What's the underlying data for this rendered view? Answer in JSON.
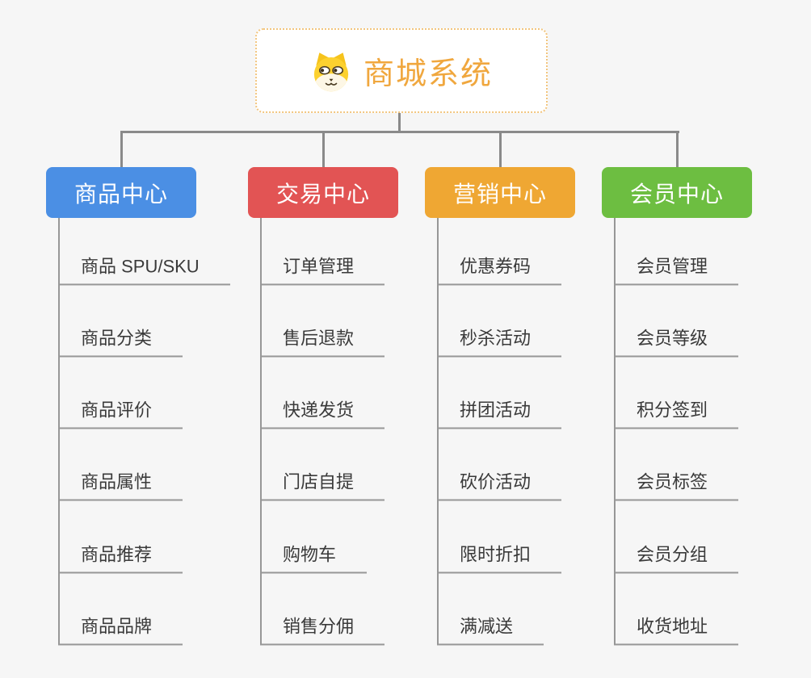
{
  "page": {
    "background": "#F6F6F6"
  },
  "root": {
    "title": "商城系统",
    "icon": "shiba-dog-icon",
    "text_color": "#F0A73E",
    "border_color": "#F2C57E"
  },
  "connector_color": "#8A8A8A",
  "branches": [
    {
      "label": "商品中心",
      "color": "#4B8FE4",
      "items": [
        "商品 SPU/SKU",
        "商品分类",
        "商品评价",
        "商品属性",
        "商品推荐",
        "商品品牌"
      ]
    },
    {
      "label": "交易中心",
      "color": "#E25454",
      "items": [
        "订单管理",
        "售后退款",
        "快递发货",
        "门店自提",
        "购物车",
        "销售分佣"
      ]
    },
    {
      "label": "营销中心",
      "color": "#EFA733",
      "items": [
        "优惠券码",
        "秒杀活动",
        "拼团活动",
        "砍价活动",
        "限时折扣",
        "满减送"
      ]
    },
    {
      "label": "会员中心",
      "color": "#6DBE41",
      "items": [
        "会员管理",
        "会员等级",
        "积分签到",
        "会员标签",
        "会员分组",
        "收货地址"
      ]
    }
  ]
}
